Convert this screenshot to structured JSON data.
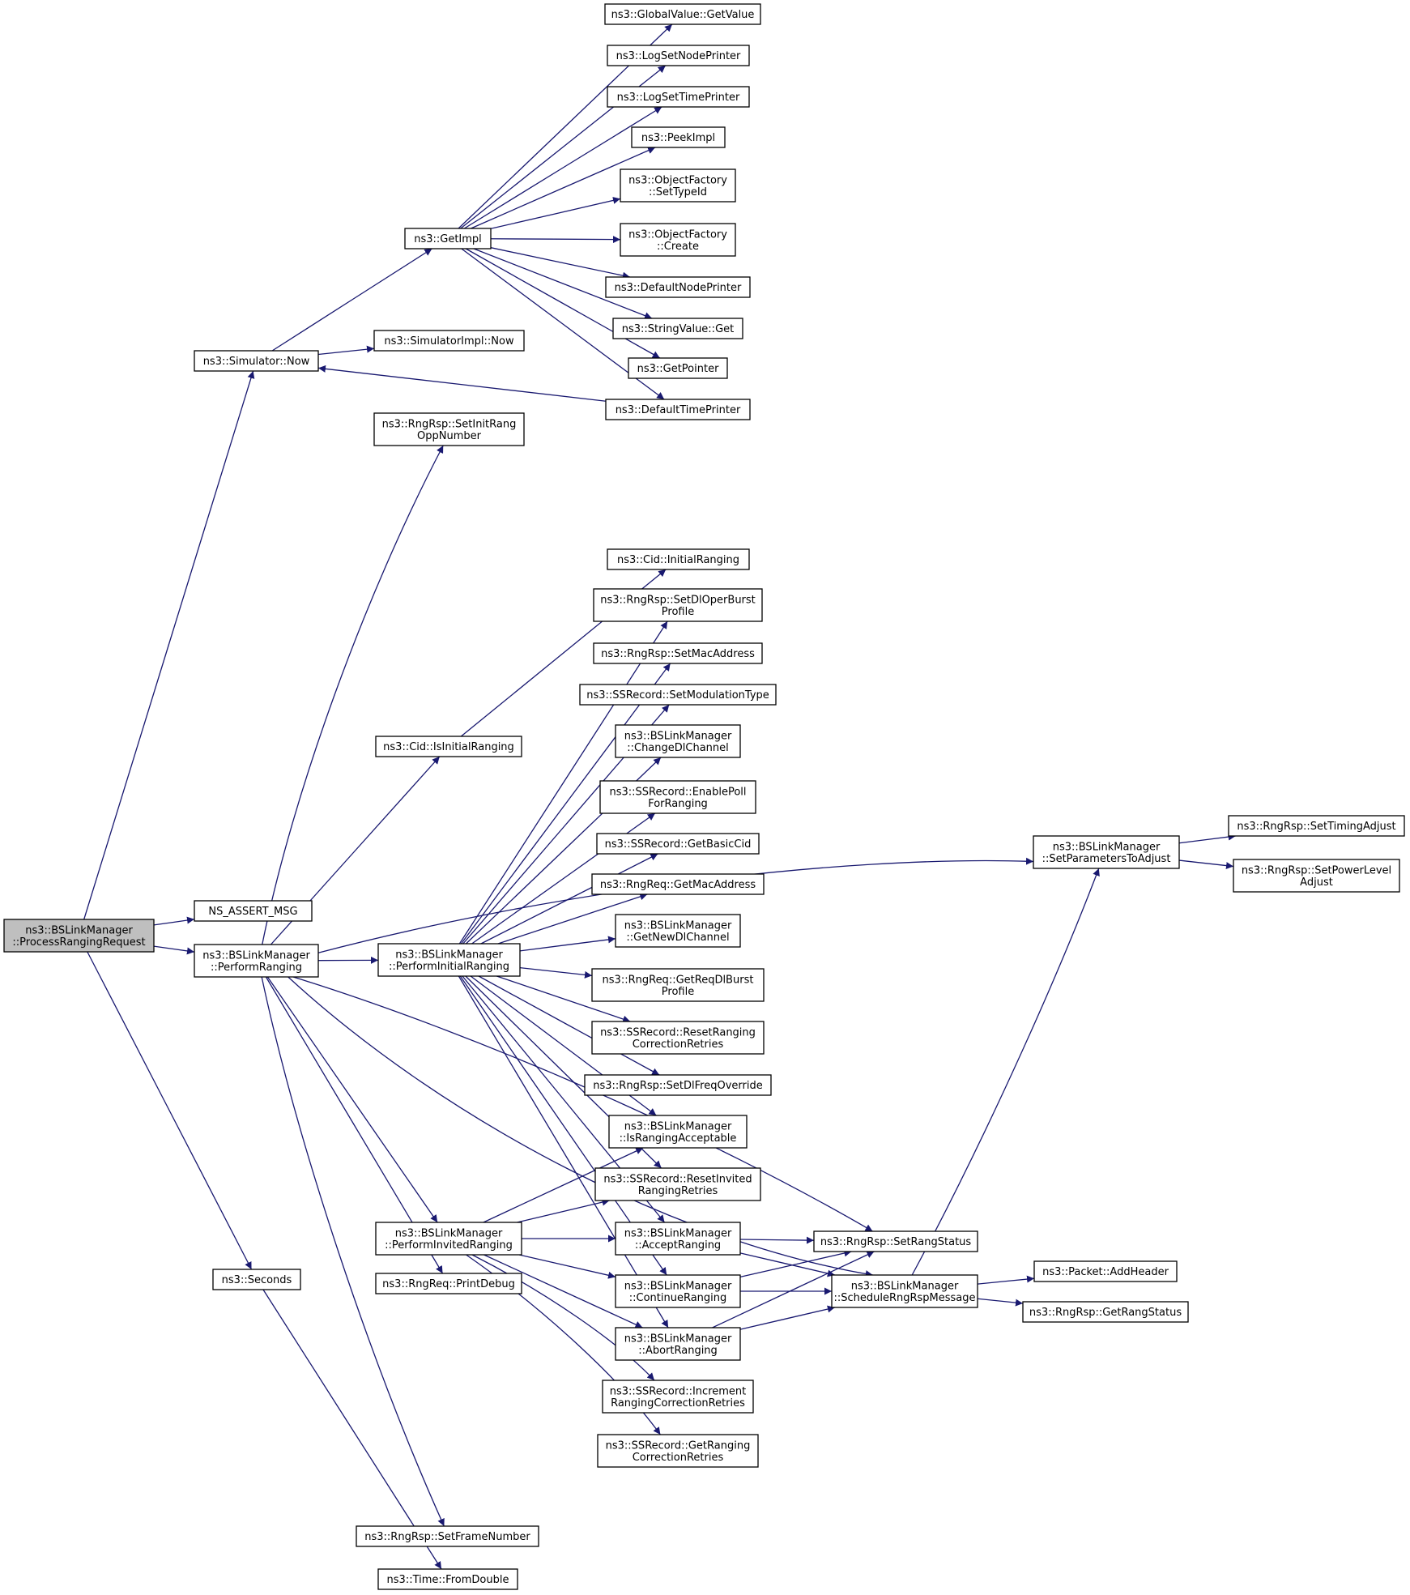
{
  "colors": {
    "edge": "#191970",
    "border_default": "#000000",
    "border_truncated": "#ff0000",
    "fill_default": "#ffffff",
    "fill_focus": "#bfbfbf"
  },
  "nodes": [
    {
      "id": "root",
      "lines": [
        "ns3::BSLinkManager",
        "::ProcessRangingRequest"
      ],
      "style": "focus"
    },
    {
      "id": "sim_now",
      "lines": [
        "ns3::Simulator::Now"
      ],
      "style": "default"
    },
    {
      "id": "ns_assert",
      "lines": [
        "NS_ASSERT_MSG"
      ],
      "style": "default"
    },
    {
      "id": "perform_ranging",
      "lines": [
        "ns3::BSLinkManager",
        "::PerformRanging"
      ],
      "style": "default"
    },
    {
      "id": "seconds",
      "lines": [
        "ns3::Seconds"
      ],
      "style": "default"
    },
    {
      "id": "get_impl",
      "lines": [
        "ns3::GetImpl"
      ],
      "style": "default"
    },
    {
      "id": "simimpl_now",
      "lines": [
        "ns3::SimulatorImpl::Now"
      ],
      "style": "default"
    },
    {
      "id": "set_init_rang",
      "lines": [
        "ns3::RngRsp::SetInitRang",
        "OppNumber"
      ],
      "style": "default"
    },
    {
      "id": "is_initial_ranging",
      "lines": [
        "ns3::Cid::IsInitialRanging"
      ],
      "style": "default"
    },
    {
      "id": "perform_initial",
      "lines": [
        "ns3::BSLinkManager",
        "::PerformInitialRanging"
      ],
      "style": "default"
    },
    {
      "id": "perform_invited",
      "lines": [
        "ns3::BSLinkManager",
        "::PerformInvitedRanging"
      ],
      "style": "default"
    },
    {
      "id": "print_debug",
      "lines": [
        "ns3::RngReq::PrintDebug"
      ],
      "style": "default"
    },
    {
      "id": "set_frame_number",
      "lines": [
        "ns3::RngRsp::SetFrameNumber"
      ],
      "style": "default"
    },
    {
      "id": "from_double",
      "lines": [
        "ns3::Time::FromDouble"
      ],
      "style": "truncated"
    },
    {
      "id": "gv_get_value",
      "lines": [
        "ns3::GlobalValue::GetValue"
      ],
      "style": "truncated"
    },
    {
      "id": "log_node_printer",
      "lines": [
        "ns3::LogSetNodePrinter"
      ],
      "style": "default"
    },
    {
      "id": "log_time_printer",
      "lines": [
        "ns3::LogSetTimePrinter"
      ],
      "style": "truncated"
    },
    {
      "id": "peek_impl",
      "lines": [
        "ns3::PeekImpl"
      ],
      "style": "default"
    },
    {
      "id": "of_set_type_id",
      "lines": [
        "ns3::ObjectFactory",
        "::SetTypeId"
      ],
      "style": "truncated"
    },
    {
      "id": "of_create",
      "lines": [
        "ns3::ObjectFactory",
        "::Create"
      ],
      "style": "truncated"
    },
    {
      "id": "default_node_printer",
      "lines": [
        "ns3::DefaultNodePrinter"
      ],
      "style": "truncated"
    },
    {
      "id": "string_value_get",
      "lines": [
        "ns3::StringValue::Get"
      ],
      "style": "default"
    },
    {
      "id": "get_pointer",
      "lines": [
        "ns3::GetPointer"
      ],
      "style": "truncated"
    },
    {
      "id": "default_time_printer",
      "lines": [
        "ns3::DefaultTimePrinter"
      ],
      "style": "truncated"
    },
    {
      "id": "cid_initial_ranging",
      "lines": [
        "ns3::Cid::InitialRanging"
      ],
      "style": "default"
    },
    {
      "id": "set_dl_oper_burst",
      "lines": [
        "ns3::RngRsp::SetDlOperBurst",
        "Profile"
      ],
      "style": "default"
    },
    {
      "id": "set_mac_address",
      "lines": [
        "ns3::RngRsp::SetMacAddress"
      ],
      "style": "default"
    },
    {
      "id": "set_modulation_type",
      "lines": [
        "ns3::SSRecord::SetModulationType"
      ],
      "style": "default"
    },
    {
      "id": "change_dl_channel",
      "lines": [
        "ns3::BSLinkManager",
        "::ChangeDlChannel"
      ],
      "style": "default"
    },
    {
      "id": "enable_poll",
      "lines": [
        "ns3::SSRecord::EnablePoll",
        "ForRanging"
      ],
      "style": "default"
    },
    {
      "id": "get_basic_cid",
      "lines": [
        "ns3::SSRecord::GetBasicCid"
      ],
      "style": "default"
    },
    {
      "id": "req_get_mac",
      "lines": [
        "ns3::RngReq::GetMacAddress"
      ],
      "style": "default"
    },
    {
      "id": "get_new_dl_channel",
      "lines": [
        "ns3::BSLinkManager",
        "::GetNewDlChannel"
      ],
      "style": "default"
    },
    {
      "id": "get_req_dl_burst",
      "lines": [
        "ns3::RngReq::GetReqDlBurst",
        "Profile"
      ],
      "style": "default"
    },
    {
      "id": "reset_ranging_corr",
      "lines": [
        "ns3::SSRecord::ResetRanging",
        "CorrectionRetries"
      ],
      "style": "default"
    },
    {
      "id": "set_dl_freq",
      "lines": [
        "ns3::RngRsp::SetDlFreqOverride"
      ],
      "style": "default"
    },
    {
      "id": "is_ranging_acceptable",
      "lines": [
        "ns3::BSLinkManager",
        "::IsRangingAcceptable"
      ],
      "style": "truncated"
    },
    {
      "id": "reset_invited",
      "lines": [
        "ns3::SSRecord::ResetInvited",
        "RangingRetries"
      ],
      "style": "default"
    },
    {
      "id": "accept_ranging",
      "lines": [
        "ns3::BSLinkManager",
        "::AcceptRanging"
      ],
      "style": "truncated"
    },
    {
      "id": "continue_ranging",
      "lines": [
        "ns3::BSLinkManager",
        "::ContinueRanging"
      ],
      "style": "truncated"
    },
    {
      "id": "abort_ranging",
      "lines": [
        "ns3::BSLinkManager",
        "::AbortRanging"
      ],
      "style": "truncated"
    },
    {
      "id": "increment_ranging",
      "lines": [
        "ns3::SSRecord::Increment",
        "RangingCorrectionRetries"
      ],
      "style": "default"
    },
    {
      "id": "get_ranging_corr",
      "lines": [
        "ns3::SSRecord::GetRanging",
        "CorrectionRetries"
      ],
      "style": "default"
    },
    {
      "id": "set_rang_status",
      "lines": [
        "ns3::RngRsp::SetRangStatus"
      ],
      "style": "default"
    },
    {
      "id": "schedule_rng_rsp",
      "lines": [
        "ns3::BSLinkManager",
        "::ScheduleRngRspMessage"
      ],
      "style": "default"
    },
    {
      "id": "set_params_adjust",
      "lines": [
        "ns3::BSLinkManager",
        "::SetParametersToAdjust"
      ],
      "style": "truncated"
    },
    {
      "id": "packet_add_header",
      "lines": [
        "ns3::Packet::AddHeader"
      ],
      "style": "truncated"
    },
    {
      "id": "get_rang_status",
      "lines": [
        "ns3::RngRsp::GetRangStatus"
      ],
      "style": "default"
    },
    {
      "id": "set_timing_adjust",
      "lines": [
        "ns3::RngRsp::SetTimingAdjust"
      ],
      "style": "default"
    },
    {
      "id": "set_power_level",
      "lines": [
        "ns3::RngRsp::SetPowerLevel",
        "Adjust"
      ],
      "style": "default"
    }
  ],
  "edges": [
    [
      "root",
      "sim_now"
    ],
    [
      "root",
      "ns_assert"
    ],
    [
      "root",
      "perform_ranging"
    ],
    [
      "root",
      "seconds"
    ],
    [
      "sim_now",
      "get_impl"
    ],
    [
      "sim_now",
      "simimpl_now"
    ],
    [
      "get_impl",
      "gv_get_value"
    ],
    [
      "get_impl",
      "log_node_printer"
    ],
    [
      "get_impl",
      "log_time_printer"
    ],
    [
      "get_impl",
      "peek_impl"
    ],
    [
      "get_impl",
      "of_set_type_id"
    ],
    [
      "get_impl",
      "of_create"
    ],
    [
      "get_impl",
      "default_node_printer"
    ],
    [
      "get_impl",
      "string_value_get"
    ],
    [
      "get_impl",
      "get_pointer"
    ],
    [
      "get_impl",
      "default_time_printer"
    ],
    [
      "default_time_printer",
      "sim_now"
    ],
    [
      "perform_ranging",
      "set_init_rang"
    ],
    [
      "perform_ranging",
      "set_params_adjust"
    ],
    [
      "perform_ranging",
      "set_rang_status"
    ],
    [
      "perform_ranging",
      "is_initial_ranging"
    ],
    [
      "perform_ranging",
      "perform_initial"
    ],
    [
      "perform_ranging",
      "perform_invited"
    ],
    [
      "perform_ranging",
      "print_debug"
    ],
    [
      "perform_ranging",
      "schedule_rng_rsp"
    ],
    [
      "perform_ranging",
      "set_frame_number"
    ],
    [
      "seconds",
      "from_double"
    ],
    [
      "is_initial_ranging",
      "cid_initial_ranging"
    ],
    [
      "perform_initial",
      "set_dl_oper_burst"
    ],
    [
      "perform_initial",
      "set_mac_address"
    ],
    [
      "perform_initial",
      "set_modulation_type"
    ],
    [
      "perform_initial",
      "change_dl_channel"
    ],
    [
      "perform_initial",
      "enable_poll"
    ],
    [
      "perform_initial",
      "get_basic_cid"
    ],
    [
      "perform_initial",
      "req_get_mac"
    ],
    [
      "perform_initial",
      "get_new_dl_channel"
    ],
    [
      "perform_initial",
      "get_req_dl_burst"
    ],
    [
      "perform_initial",
      "reset_ranging_corr"
    ],
    [
      "perform_initial",
      "set_dl_freq"
    ],
    [
      "perform_initial",
      "is_ranging_acceptable"
    ],
    [
      "perform_initial",
      "reset_invited"
    ],
    [
      "perform_initial",
      "accept_ranging"
    ],
    [
      "perform_initial",
      "continue_ranging"
    ],
    [
      "perform_initial",
      "abort_ranging"
    ],
    [
      "perform_invited",
      "is_ranging_acceptable"
    ],
    [
      "perform_invited",
      "reset_invited"
    ],
    [
      "perform_invited",
      "accept_ranging"
    ],
    [
      "perform_invited",
      "continue_ranging"
    ],
    [
      "perform_invited",
      "abort_ranging"
    ],
    [
      "perform_invited",
      "increment_ranging"
    ],
    [
      "perform_invited",
      "get_ranging_corr"
    ],
    [
      "accept_ranging",
      "set_rang_status"
    ],
    [
      "accept_ranging",
      "schedule_rng_rsp"
    ],
    [
      "continue_ranging",
      "set_rang_status"
    ],
    [
      "continue_ranging",
      "schedule_rng_rsp"
    ],
    [
      "abort_ranging",
      "set_rang_status"
    ],
    [
      "abort_ranging",
      "schedule_rng_rsp"
    ],
    [
      "schedule_rng_rsp",
      "set_params_adjust"
    ],
    [
      "schedule_rng_rsp",
      "packet_add_header"
    ],
    [
      "schedule_rng_rsp",
      "get_rang_status"
    ],
    [
      "set_params_adjust",
      "set_timing_adjust"
    ],
    [
      "set_params_adjust",
      "set_power_level"
    ]
  ]
}
